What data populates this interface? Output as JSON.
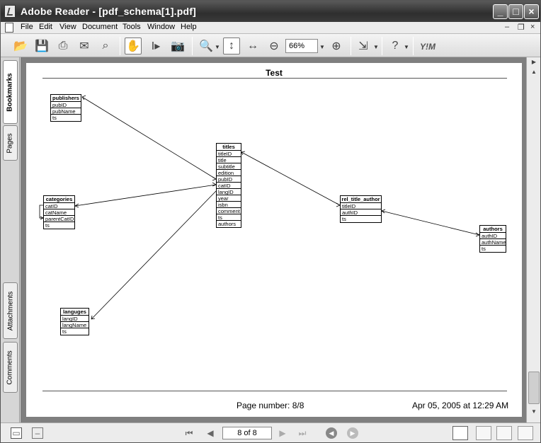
{
  "window": {
    "app_name": "Adobe Reader",
    "title": "Adobe Reader - [pdf_schema[1].pdf]"
  },
  "menu": [
    "File",
    "Edit",
    "View",
    "Document",
    "Tools",
    "Window",
    "Help"
  ],
  "toolbar": {
    "zoom_value": "66%",
    "icons": [
      "open-icon",
      "save-icon",
      "print-icon",
      "email-icon",
      "search-icon",
      "hand-tool-icon",
      "select-text-icon",
      "snapshot-icon",
      "zoom-in-tool-icon",
      "actual-size-icon",
      "fit-page-icon",
      "zoom-out-icon",
      "zoom-plus-icon",
      "document-tasks-icon",
      "help-icon",
      "ym-icon"
    ],
    "ym_label": "Y!M"
  },
  "nav_tabs": [
    "Bookmarks",
    "Pages",
    "Attachments",
    "Comments"
  ],
  "page": {
    "title": "Test",
    "footer_center": "Page number: 8/8",
    "footer_right": "Apr 05, 2005 at 12:29 AM"
  },
  "tables": {
    "publishers": {
      "name": "publishers",
      "fields": [
        "pubID",
        "pubName",
        "ts"
      ]
    },
    "titles": {
      "name": "titles",
      "fields": [
        "titleID",
        "title",
        "subtitle",
        "edition",
        "pubID",
        "catID",
        "langID",
        "year",
        "isbn",
        "comment",
        "ts",
        "authors"
      ]
    },
    "categories": {
      "name": "categories",
      "fields": [
        "catID",
        "catName",
        "parentCatID",
        "ts"
      ]
    },
    "rel_title_author": {
      "name": "rel_title_author",
      "fields": [
        "titleID",
        "authID",
        "ts"
      ]
    },
    "authors": {
      "name": "authors",
      "fields": [
        "authID",
        "authName",
        "ts"
      ]
    },
    "languages": {
      "name": "languges",
      "fields": [
        "langID",
        "langName",
        "ts"
      ]
    }
  },
  "status": {
    "page_display": "8 of 8"
  }
}
